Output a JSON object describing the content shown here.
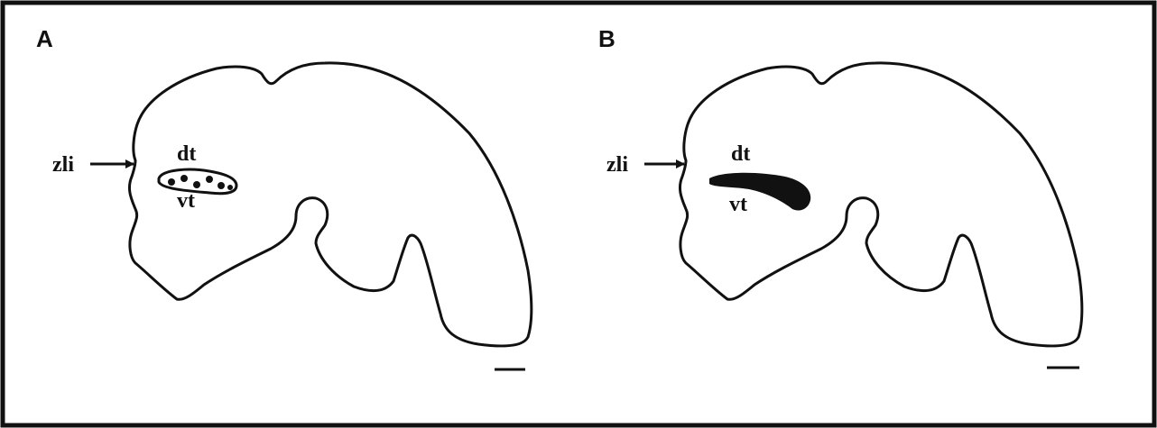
{
  "panels": [
    {
      "letter": "A",
      "labels": {
        "zli": "zli",
        "dt": "dt",
        "vt": "vt"
      },
      "region_style": "dotted-outline"
    },
    {
      "letter": "B",
      "labels": {
        "zli": "zli",
        "dt": "dt",
        "vt": "vt"
      },
      "region_style": "solid-filled"
    }
  ],
  "colors": {
    "ink": "#111111",
    "background": "#ffffff"
  }
}
